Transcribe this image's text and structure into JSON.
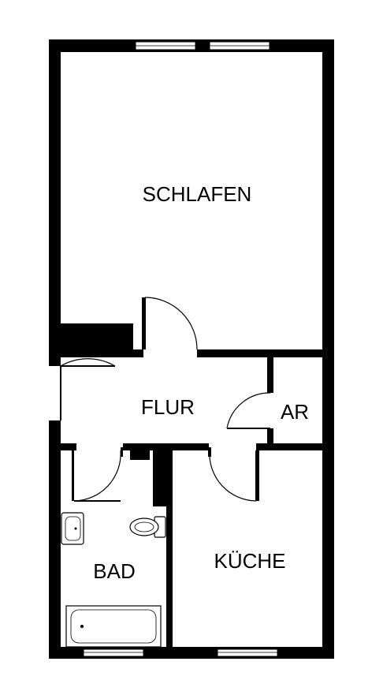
{
  "rooms": {
    "schlafen": "SCHLAFEN",
    "flur": "FLUR",
    "ar": "AR",
    "bad": "BAD",
    "kueche": "KÜCHE"
  },
  "colors": {
    "wall": "#000000",
    "background": "#ffffff"
  }
}
